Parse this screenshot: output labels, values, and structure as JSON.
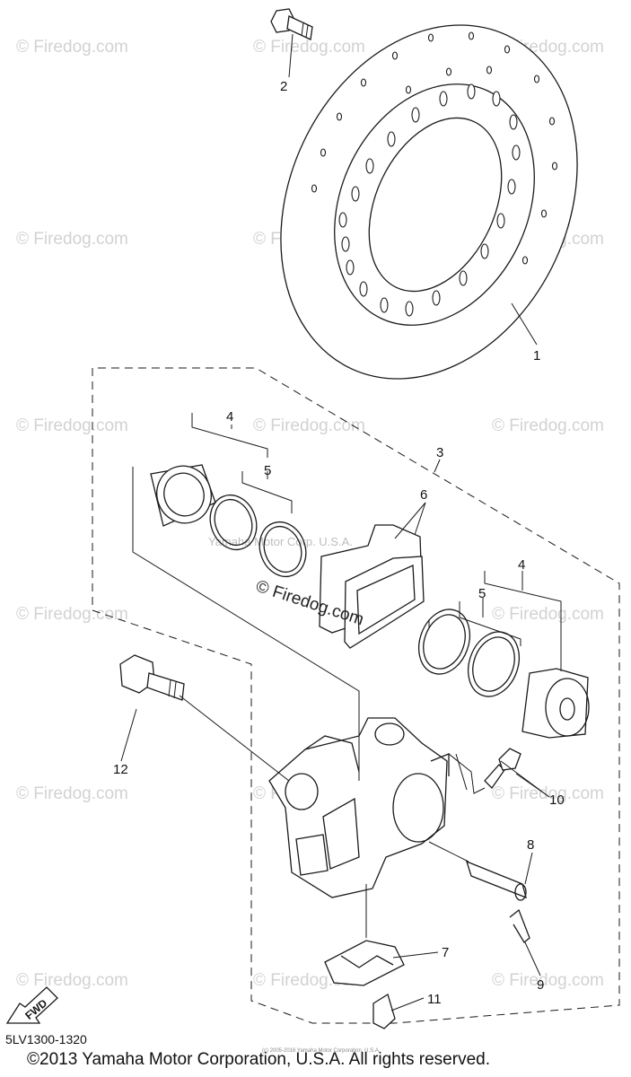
{
  "watermarks": {
    "site": "© Firedog.com",
    "center": "© Firedog.com",
    "faint": "Yamaha Motor Corp. U.S.A."
  },
  "callouts": {
    "c1": "1",
    "c2": "2",
    "c3": "3",
    "c4a": "4",
    "c4b": "4",
    "c5a": "5",
    "c5b": "5",
    "c6": "6",
    "c7": "7",
    "c8": "8",
    "c9": "9",
    "c10": "10",
    "c11": "11",
    "c12": "12"
  },
  "fwd_label": "FWD",
  "diagram_code": "5LV1300-1320",
  "tiny_notice": "(c) 2005-2016 Yamaha Motor Corporation, U.S.A.",
  "copyright": "©2013 Yamaha Motor Corporation, U.S.A. All rights reserved."
}
